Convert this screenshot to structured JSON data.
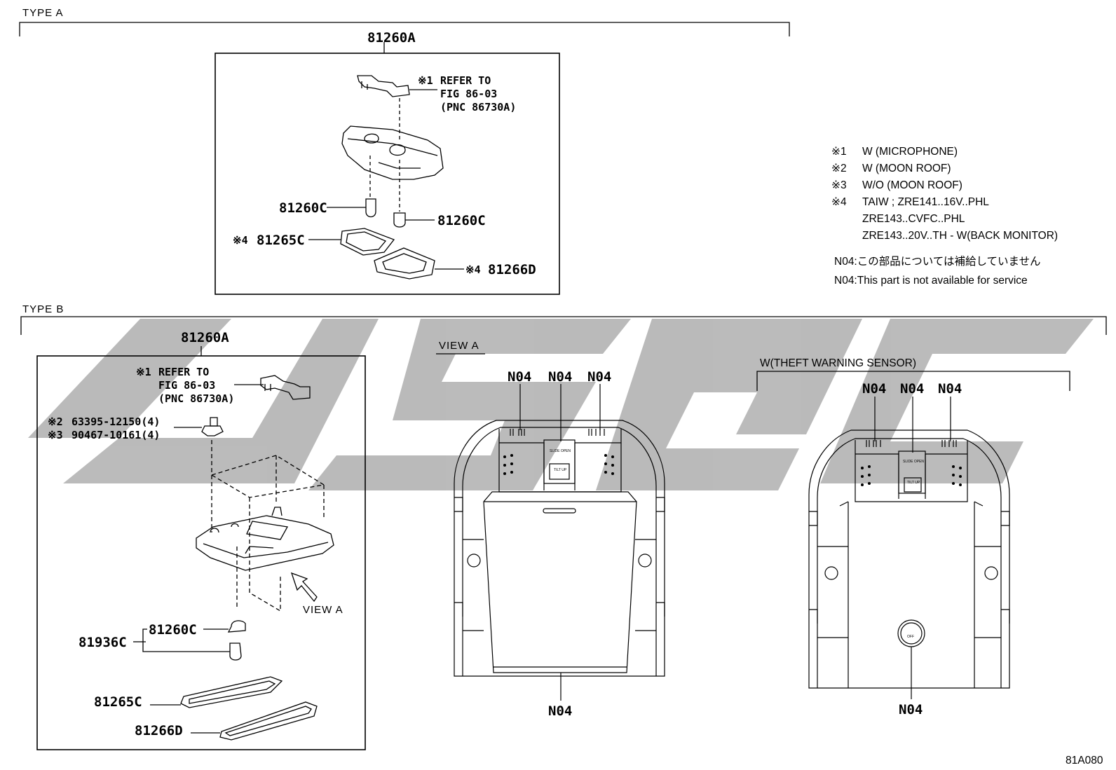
{
  "type_a": {
    "section_label": "TYPE A",
    "part_main": "81260A",
    "refer_mark": "※1",
    "refer_line1": "REFER TO",
    "refer_line2": "FIG 86-03",
    "refer_line3": "(PNC 86730A)",
    "bulb_left": "81260C",
    "bulb_right": "81260C",
    "lens_mark": "※4",
    "lens": "81265C",
    "lens_frame_mark": "※4",
    "lens_frame": "81266D"
  },
  "type_b": {
    "section_label": "TYPE B",
    "part_main": "81260A",
    "refer_mark": "※1",
    "refer_line1": "REFER TO",
    "refer_line2": "FIG 86-03",
    "refer_line3": "(PNC 86730A)",
    "clip1_mark": "※2",
    "clip1": "63395-12150(4)",
    "clip2_mark": "※3",
    "clip2": "90467-10161(4)",
    "socket": "81936C",
    "bulb": "81260C",
    "lens": "81265C",
    "lens_frame": "81266D",
    "view_arrow_label": "VIEW A"
  },
  "view_a": {
    "title": "VIEW A",
    "callouts_top": [
      "N04",
      "N04",
      "N04"
    ],
    "callout_bottom": "N04",
    "switch_top": "SLIDE OPEN",
    "switch_bottom": "TILT UP"
  },
  "theft": {
    "title": "W(THEFT WARNING SENSOR)",
    "callouts_top": [
      "N04",
      "N04",
      "N04"
    ],
    "callout_bottom": "N04",
    "switch_top": "SLIDE OPEN",
    "switch_bottom": "TILT UP",
    "sensor_button": "OFF"
  },
  "notes": {
    "lines": [
      {
        "mark": "※1",
        "text": "W (MICROPHONE)"
      },
      {
        "mark": "※2",
        "text": "W (MOON ROOF)"
      },
      {
        "mark": "※3",
        "text": "W/O (MOON ROOF)"
      },
      {
        "mark": "※4",
        "text": "TAIW ; ZRE141..16V..PHL"
      },
      {
        "mark": "",
        "text": "ZRE143..CVFC..PHL"
      },
      {
        "mark": "",
        "text": "ZRE143..20V..TH - W(BACK MONITOR)"
      }
    ],
    "n04_jp": "N04:この部品については補給していません",
    "n04_en": "N04:This part is not available for service"
  },
  "figure_code": "81A080",
  "watermark": "ULSC"
}
